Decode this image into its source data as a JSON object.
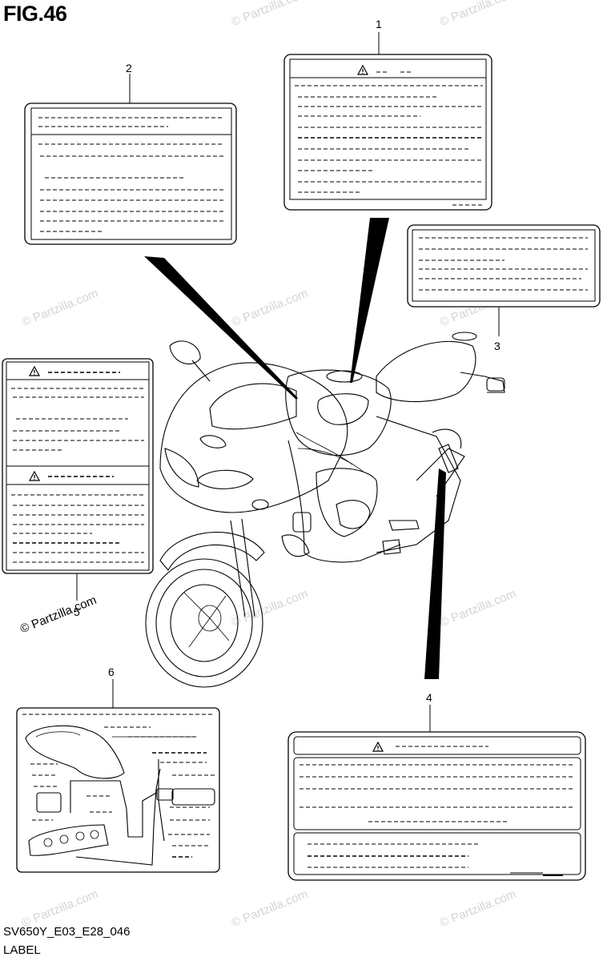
{
  "figure": {
    "title": "FIG.46"
  },
  "callouts": [
    {
      "id": "1",
      "text": "1"
    },
    {
      "id": "2",
      "text": "2"
    },
    {
      "id": "3",
      "text": "3"
    },
    {
      "id": "4",
      "text": "4"
    },
    {
      "id": "5",
      "text": "5"
    },
    {
      "id": "6",
      "text": "6"
    }
  ],
  "watermark": {
    "text": "© Partzilla.com"
  },
  "footer": {
    "code": "SV650Y_E03_E28_046",
    "name": "LABEL"
  },
  "icons": {
    "warning": "warning-triangle-icon"
  },
  "colors": {
    "line": "#000000",
    "watermark": "#d4d4d4",
    "background": "#ffffff"
  }
}
